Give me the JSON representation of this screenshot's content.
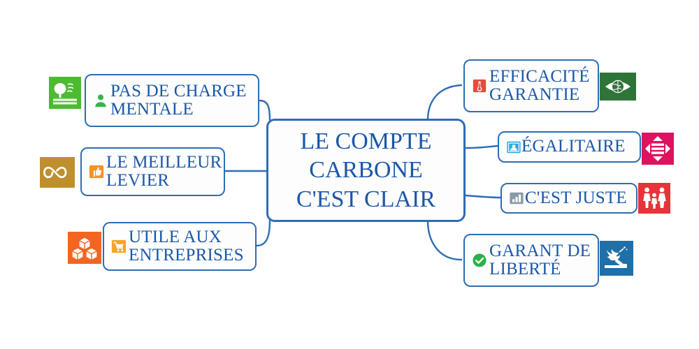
{
  "diagram": {
    "type": "mind-map",
    "title": "LE COMPTE CARBONE C'EST CLAIR",
    "colors": {
      "node_border": "#2E6DB4",
      "node_fill": "#FDFDFD",
      "text": "#1B57A8",
      "connector": "#2E6DB4"
    },
    "central": {
      "label": "LE COMPTE\nCARBONE\nC'EST CLAIR"
    },
    "branches": [
      {
        "side": "left",
        "label": "PAS DE CHARGE\nMENTALE",
        "inline_icon": "person-green-icon",
        "inline_icon_color": "#35B549",
        "badge_icon": "park-tree-icon",
        "badge_color": "#4CBB2F"
      },
      {
        "side": "left",
        "label": "LE MEILLEUR\nLEVIER",
        "inline_icon": "thumbs-up-icon",
        "inline_icon_color": "#F39324",
        "badge_icon": "infinity-loop-icon",
        "badge_color": "#BF8F2E"
      },
      {
        "side": "left",
        "label": "UTILE AUX\nENTREPRISES",
        "inline_icon": "shopping-cart-icon",
        "inline_icon_color": "#F5A623",
        "badge_icon": "cubes-icon",
        "badge_color": "#F26522"
      },
      {
        "side": "right",
        "label": "EFFICACITÉ\nGARANTIE",
        "inline_icon": "thermometer-icon",
        "inline_icon_color": "#E8493F",
        "badge_icon": "eye-globe-icon",
        "badge_color": "#2E7438"
      },
      {
        "side": "right",
        "label": "ÉGALITAIRE",
        "inline_icon": "contact-card-icon",
        "inline_icon_color": "#29ABE2",
        "badge_icon": "four-arrows-icon",
        "badge_color": "#E0115F"
      },
      {
        "side": "right",
        "label": "C'EST JUSTE",
        "inline_icon": "bar-chart-icon",
        "inline_icon_color": "#8A99A8",
        "badge_icon": "family-icon",
        "badge_color": "#E8333A"
      },
      {
        "side": "right",
        "label": "GARANT DE\nLIBERTÉ",
        "inline_icon": "check-circle-icon",
        "inline_icon_color": "#2BB14A",
        "badge_icon": "dove-gavel-icon",
        "badge_color": "#1F6FA8"
      }
    ]
  }
}
